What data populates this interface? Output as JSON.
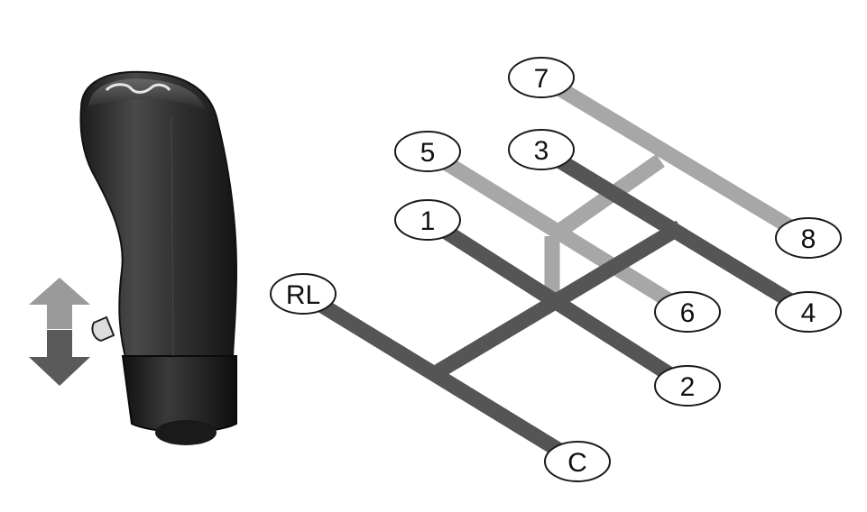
{
  "colors": {
    "low_range_track": "#555555",
    "high_range_track": "#a7a7a7",
    "bubble_stroke": "#1a1a1a",
    "bubble_fill": "#ffffff",
    "knob_body": "#2e2e2e",
    "range_arrow_up": "#9a9a9a",
    "range_arrow_down": "#5a5a5a"
  },
  "shift_knob": {
    "icon": "gear-knob-icon",
    "range_switch_arrows": "up-down-arrow-icon",
    "logo": "knob-logo"
  },
  "gears": {
    "g7": "7",
    "g5": "5",
    "g3": "3",
    "g1": "1",
    "grl": "RL",
    "g8": "8",
    "g6": "6",
    "g4": "4",
    "g2": "2",
    "gc": "C"
  },
  "doc_code": ""
}
